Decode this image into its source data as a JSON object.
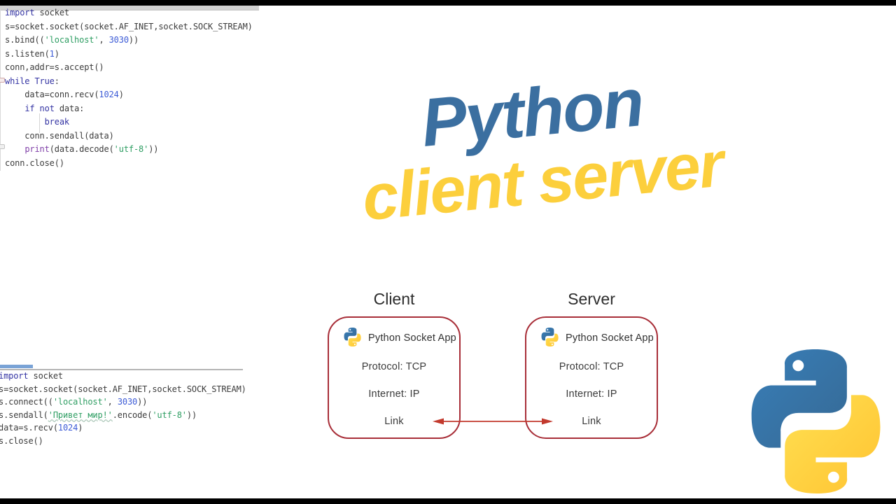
{
  "colors": {
    "keyword": "#3333a3",
    "string": "#2f9e63",
    "number": "#3c5bd6",
    "builtin": "#8040a8",
    "plain": "#3c3c3c",
    "title_blue": "#3b6fa0",
    "title_yellow": "#fccf3c",
    "box_border": "#a82e38",
    "arrow_red": "#c2392d",
    "logo_blue_1": "#387EB8",
    "logo_blue_2": "#366994",
    "logo_yellow_1": "#FFE052",
    "logo_yellow_2": "#FFC331"
  },
  "title": {
    "line1": "Python",
    "line2": "client server"
  },
  "server_code": {
    "lines": [
      [
        [
          "k",
          "import"
        ],
        [
          "p",
          " socket"
        ]
      ],
      [
        [
          "p",
          "s=socket.socket(socket.AF_INET,socket.SOCK_STREAM)"
        ]
      ],
      [
        [
          "p",
          "s.bind(("
        ],
        [
          "s",
          "'localhost'"
        ],
        [
          "p",
          ", "
        ],
        [
          "n",
          "3030"
        ],
        [
          "p",
          "))"
        ]
      ],
      [
        [
          "p",
          "s.listen("
        ],
        [
          "n",
          "1"
        ],
        [
          "p",
          ")"
        ]
      ],
      [
        [
          "p",
          "conn,addr=s.accept()"
        ]
      ],
      [
        [
          "k",
          "while"
        ],
        [
          "p",
          " "
        ],
        [
          "k",
          "True"
        ],
        [
          "p",
          ":"
        ]
      ],
      [
        [
          "p",
          "    data=conn.recv("
        ],
        [
          "n",
          "1024"
        ],
        [
          "p",
          ")"
        ]
      ],
      [
        [
          "p",
          "    "
        ],
        [
          "k",
          "if"
        ],
        [
          "p",
          " "
        ],
        [
          "k",
          "not"
        ],
        [
          "p",
          " data:"
        ]
      ],
      [
        [
          "p",
          "        "
        ],
        [
          "k",
          "break"
        ]
      ],
      [
        [
          "p",
          "    conn.sendall(data)"
        ]
      ],
      [
        [
          "p",
          "    "
        ],
        [
          "b",
          "print"
        ],
        [
          "p",
          "(data.decode("
        ],
        [
          "s",
          "'utf-8'"
        ],
        [
          "p",
          "))"
        ]
      ],
      [
        [
          "p",
          "conn.close()"
        ]
      ]
    ]
  },
  "client_code": {
    "lines": [
      [
        [
          "k",
          "import"
        ],
        [
          "p",
          " socket"
        ]
      ],
      [
        [
          "p",
          "s=socket.socket(socket.AF_INET,socket.SOCK_STREAM)"
        ]
      ],
      [
        [
          "p",
          "s.connect(("
        ],
        [
          "s",
          "'localhost'"
        ],
        [
          "p",
          ", "
        ],
        [
          "n",
          "3030"
        ],
        [
          "p",
          "))"
        ]
      ],
      [
        [
          "p",
          "s.sendall("
        ],
        [
          "sq",
          "'Привет мир!'"
        ],
        [
          "p",
          ".encode("
        ],
        [
          "s",
          "'utf-8'"
        ],
        [
          "p",
          "))"
        ]
      ],
      [
        [
          "p",
          "data=s.recv("
        ],
        [
          "n",
          "1024"
        ],
        [
          "p",
          ")"
        ]
      ],
      [
        [
          "p",
          "s.close()"
        ]
      ]
    ]
  },
  "diagram": {
    "nodes": [
      {
        "heading": "Client",
        "app_label": "Python Socket App",
        "rows": [
          "Protocol: TCP",
          "Internet: IP",
          "Link"
        ]
      },
      {
        "heading": "Server",
        "app_label": "Python Socket App",
        "rows": [
          "Protocol: TCP",
          "Internet: IP",
          "Link"
        ]
      }
    ]
  }
}
